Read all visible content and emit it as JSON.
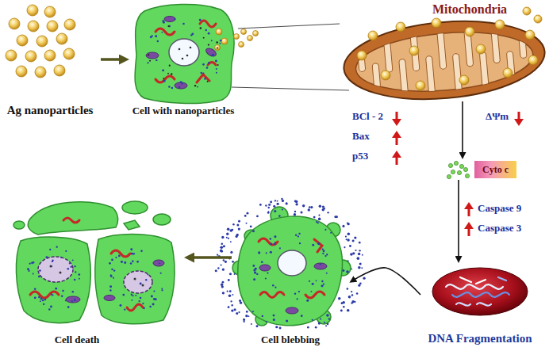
{
  "diagram": {
    "nodes": [
      {
        "text": [
          "Ag nanoparticles"
        ]
      },
      {
        "text": [
          "Cell with nanoparticles"
        ]
      },
      {
        "text": [
          "Mitochondria"
        ]
      },
      {
        "text": [
          "Cyto c"
        ]
      },
      {
        "text": [
          "DNA Fragmentation"
        ]
      },
      {
        "text": [
          "Cell blebbing"
        ]
      },
      {
        "text": [
          "Cell death"
        ]
      }
    ],
    "edges": [
      {
        "from": 0,
        "to": 1,
        "arrow": "to"
      },
      {
        "from": 1,
        "to": 2,
        "arrow": "none"
      },
      {
        "from": 2,
        "to": 3,
        "arrow": "to"
      },
      {
        "from": 3,
        "to": 4,
        "arrow": "to"
      },
      {
        "from": 4,
        "to": 5,
        "arrow": "to"
      },
      {
        "from": 5,
        "to": 6,
        "arrow": "to"
      }
    ],
    "labels": [
      "BCl - 2",
      "Bax",
      "p53",
      "ΔΨm",
      "Caspase 9",
      "Caspase 3"
    ]
  }
}
